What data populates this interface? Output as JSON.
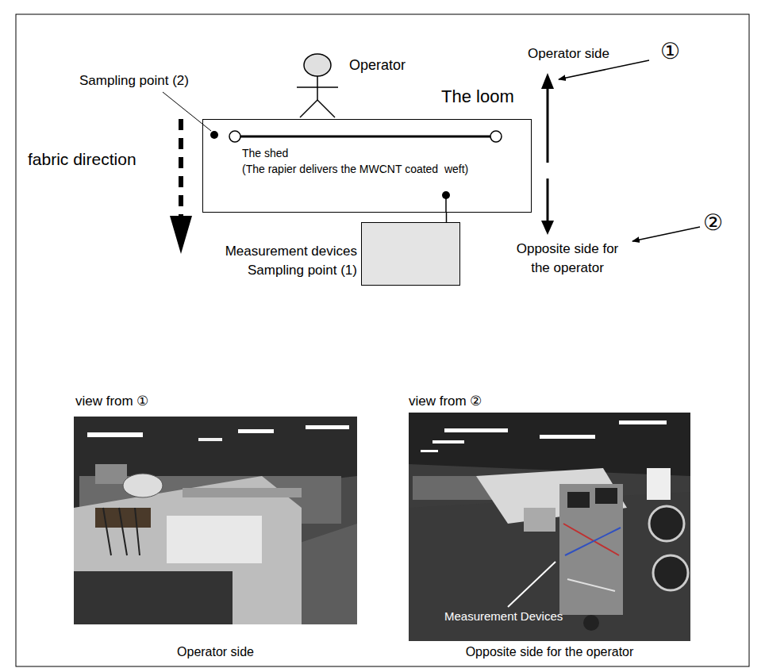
{
  "diagram": {
    "nodes": [
      {
        "text": [
          "The loom"
        ]
      },
      {
        "text": [
          "Measurement devices",
          "Sampling point (1)"
        ]
      }
    ],
    "edges": [
      {
        "from": 0,
        "to": 1,
        "arrow": "none"
      }
    ],
    "labels": [
      "Operator",
      "Sampling point (2)",
      "fabric direction",
      "The shed",
      "(The rapier delivers the MWCNT coated  weft)",
      "Operator side",
      "①",
      "Opposite side for the operator",
      "②",
      "view from ①",
      "view from ②",
      "Operator side",
      "Measurement Devices",
      "Opposite side for the operator"
    ]
  }
}
